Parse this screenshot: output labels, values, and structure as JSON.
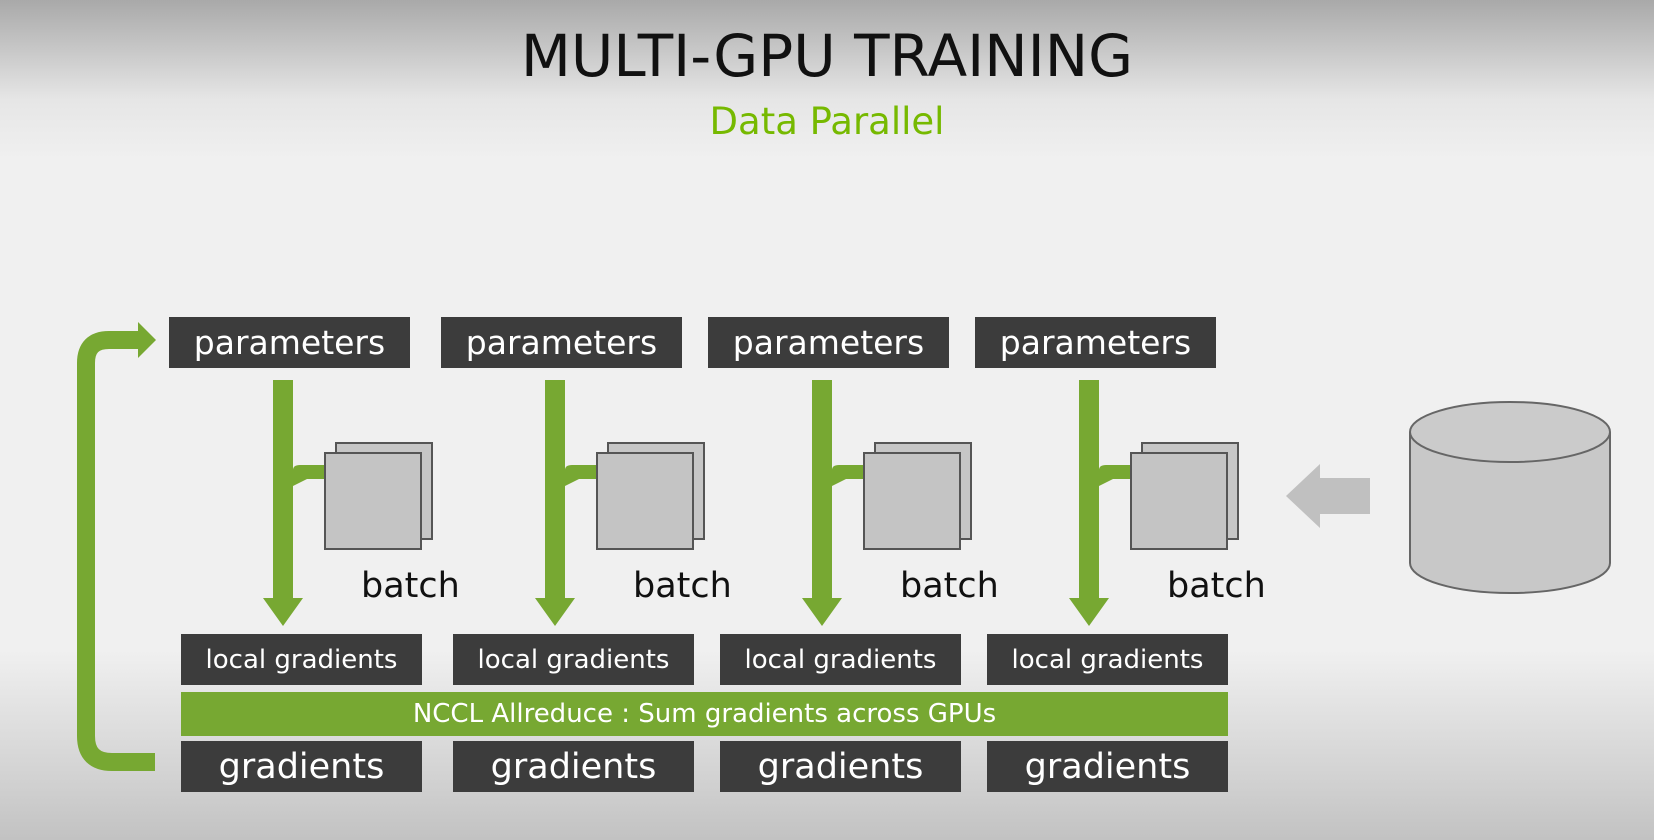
{
  "slide": {
    "title": "MULTI-GPU TRAINING",
    "subtitle": "Data Parallel"
  },
  "columns": [
    {
      "parameters": "parameters",
      "batch": "batch",
      "local_gradients": "local gradients",
      "gradients": "gradients"
    },
    {
      "parameters": "parameters",
      "batch": "batch",
      "local_gradients": "local gradients",
      "gradients": "gradients"
    },
    {
      "parameters": "parameters",
      "batch": "batch",
      "local_gradients": "local gradients",
      "gradients": "gradients"
    },
    {
      "parameters": "parameters",
      "batch": "batch",
      "local_gradients": "local gradients",
      "gradients": "gradients"
    }
  ],
  "allreduce": {
    "label": "NCCL Allreduce : Sum gradients across GPUs"
  },
  "colors": {
    "accent_green": "#76b900",
    "arrow_green": "#77a832",
    "box_dark": "#3c3c3c",
    "batch_gray": "#c4c4c4",
    "dataset_gray": "#c8c8c8",
    "input_arrow_gray": "#c0c0c0"
  },
  "icons": [
    "database-icon",
    "batch-stack-icon",
    "input-arrow-icon",
    "feedback-loop-arrow-icon"
  ]
}
